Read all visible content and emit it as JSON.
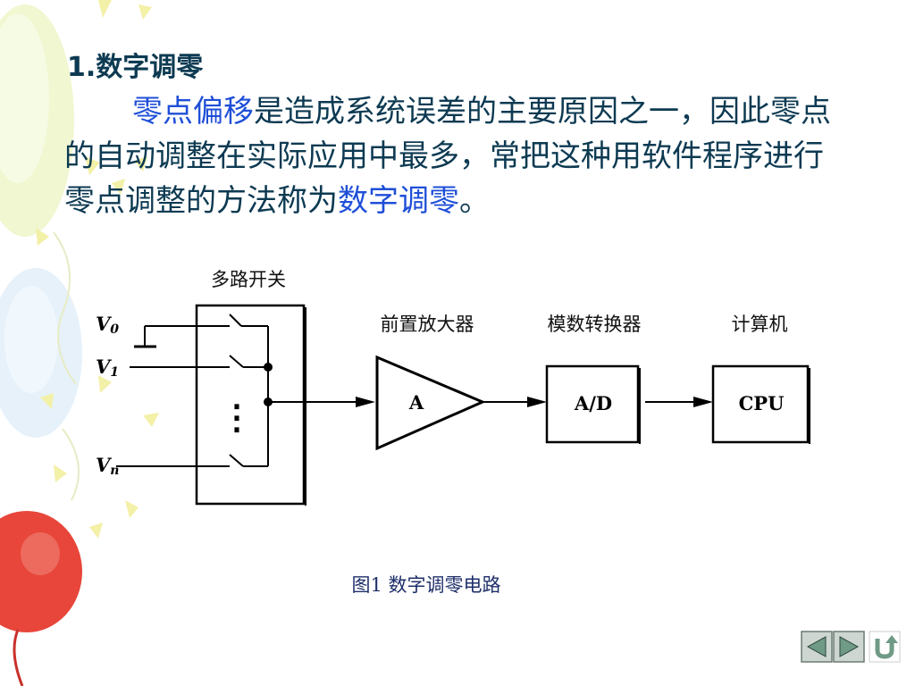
{
  "slide": {
    "heading": "1.数字调零",
    "paragraph": {
      "highlight_start": "零点偏移",
      "text_main": "是造成系统误差的主要原因之一，因此零点的自动调整在实际应用中最多，常把这种用软件程序进行零点调整的方法称为",
      "highlight_end": "数字调零",
      "text_end": "。"
    }
  },
  "diagram": {
    "mux_label": "多路开关",
    "inputs": [
      {
        "main": "V",
        "sub": "0"
      },
      {
        "main": "V",
        "sub": "1"
      },
      {
        "main": "V",
        "sub": "n"
      }
    ],
    "ellipsis": "⋮",
    "amp_label": "前置放大器",
    "amp_symbol": "A",
    "adc_label": "模数转换器",
    "adc_symbol": "A/D",
    "cpu_label": "计算机",
    "cpu_symbol": "CPU",
    "caption": "图1 数字调零电路"
  },
  "nav": {
    "icons": [
      "back-arrow-icon",
      "forward-arrow-icon",
      "return-icon"
    ]
  },
  "colors": {
    "heading": "#0d3a52",
    "highlight": "#1f4fd8",
    "caption": "#1f2f6a"
  }
}
